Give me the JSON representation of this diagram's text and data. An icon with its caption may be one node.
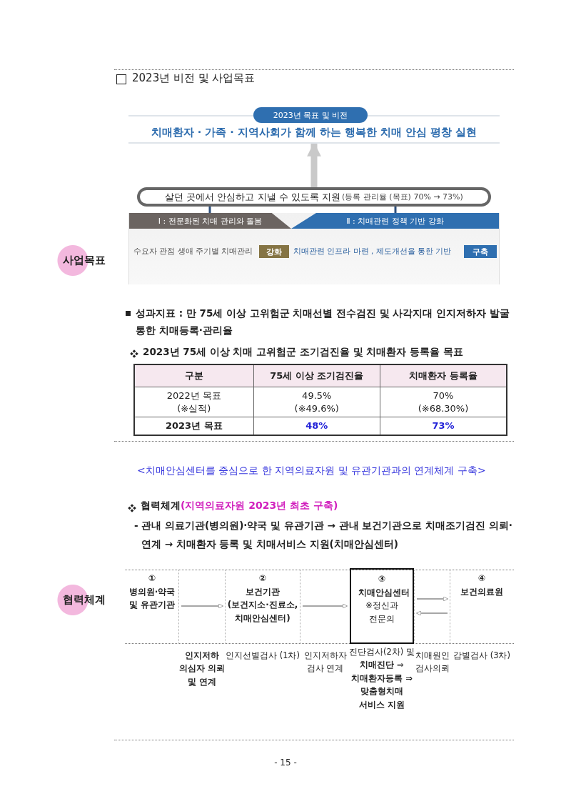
{
  "diagram": {
    "title": "2023년 비전 및 사업목표",
    "nodes": [
      {
        "text": [
          "2023년 목표 및 비전"
        ]
      },
      {
        "text": [
          "치매환자 · 가족 · 지역사회가 함께 하는 행복한 치매 안심 평창 실현"
        ]
      },
      {
        "text": [
          "살던 곳에서 안심하고 지낼 수 있도록 지원",
          "(등록 관리율 (목표) 70% → 73%)"
        ]
      },
      {
        "text": [
          "Ⅰ : 전문화된 치매 관리와 돌봄",
          "수요자 관점 생애 주기별 치매관리"
        ]
      },
      {
        "text": [
          "강화"
        ],
        "in": 3
      },
      {
        "text": [
          "Ⅱ : 치매관련 정책 기반 강화",
          "치매관련 인프라 마련 , 제도개선을 통한 기반"
        ]
      },
      {
        "text": [
          "구축"
        ],
        "in": 5
      },
      {
        "text": [
          "①",
          "병의원·약국 및 유관기관"
        ]
      },
      {
        "text": [
          "②",
          "보건기관 (보건지소·진료소, 치매안심센터)"
        ]
      },
      {
        "text": [
          "③",
          "치매안심센터",
          "※정신과 전문의"
        ]
      },
      {
        "text": [
          "④",
          "보건의료원"
        ]
      }
    ],
    "edges": [
      {
        "from": 2,
        "to": 1,
        "arrow": "to",
        "style": "thick"
      },
      {
        "from": 2,
        "to": 3,
        "arrow": "none",
        "color": "#2d4f7c"
      },
      {
        "from": 2,
        "to": 5,
        "arrow": "none",
        "color": "#2d4f7c"
      },
      {
        "from": 7,
        "to": 8,
        "arrow": "to"
      },
      {
        "from": 8,
        "to": 9,
        "arrow": "to"
      },
      {
        "from": 9,
        "to": 10,
        "arrow": "to"
      },
      {
        "from": 10,
        "to": 9,
        "arrow": "to"
      }
    ],
    "labels": [
      "사업목표",
      "성과지표 : 만 75세 이상 고위험군 치매선별 전수검진 및 사각지대 인지저하자 발굴 통한 치매등록·관리율",
      "2023년 75세 이상 치매 고위험군 조기검진율 및 치매환자 등록율 목표",
      "구분",
      "75세 이상 조기검진율",
      "치매환자 등록율",
      "2022년 목표",
      "(※실적)",
      "49.5%",
      "(※49.6%)",
      "70%",
      "(※68.30%)",
      "2023년 목표",
      "48%",
      "73%",
      "<치매안심센터를 중심으로 한 지역의료자원 및 유관기관과의 연계체계 구축>",
      "협력체계",
      "(지역의료자원 2023년 최초 구축)",
      "- 관내 의료기관(병의원)·약국 및 유관기관 → 관내 보건기관으로 치매조기검진 의뢰·연계 → 치매환자 등록 및 치매서비스 지원(치매안심센터)",
      "협력체계",
      "인지저하 의심자 의뢰 및 연계",
      "인지선별검사 (1차)",
      "인지저하자 검사 연계",
      "진단검사(2차) 및 **치매진단** ⇒ **치매환자등록 ⇒ 맞춤형치매 서비스 지원**",
      "치매원인 검사의뢰",
      "감별검사 (3차)",
      "- 15 -"
    ]
  }
}
